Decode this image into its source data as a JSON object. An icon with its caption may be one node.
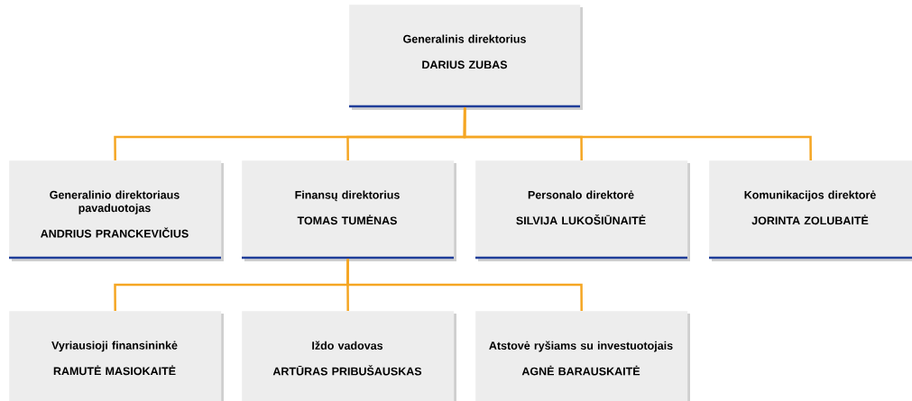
{
  "diagram": {
    "nodes": [
      {
        "text": [
          "Generalinis direktorius",
          "DARIUS ZUBAS"
        ]
      },
      {
        "text": [
          "Generalinio direktoriaus pavaduotojas",
          "ANDRIUS PRANCKEVIČIUS"
        ]
      },
      {
        "text": [
          "Finansų direktorius",
          "TOMAS TUMĖNAS"
        ]
      },
      {
        "text": [
          "Personalo direktorė",
          "SILVIJA LUKOŠIŪNAITĖ"
        ]
      },
      {
        "text": [
          "Komunikacijos direktorė",
          "JORINTA ZOLUBAITĖ"
        ]
      },
      {
        "text": [
          "Vyriausioji finansininkė",
          "RAMUTĖ MASIOKAITĖ"
        ]
      },
      {
        "text": [
          "Iždo vadovas",
          "ARTŪRAS PRIBUŠAUSKAS"
        ]
      },
      {
        "text": [
          "Atstovė ryšiams su investuotojais",
          "AGNĖ BARAUSKAITĖ"
        ]
      }
    ],
    "edges": [
      {
        "from": 0,
        "to": 1,
        "arrow": "none"
      },
      {
        "from": 0,
        "to": 2,
        "arrow": "none"
      },
      {
        "from": 0,
        "to": 3,
        "arrow": "none"
      },
      {
        "from": 0,
        "to": 4,
        "arrow": "none"
      },
      {
        "from": 2,
        "to": 5,
        "arrow": "none"
      },
      {
        "from": 2,
        "to": 6,
        "arrow": "none"
      },
      {
        "from": 2,
        "to": 7,
        "arrow": "none"
      }
    ]
  }
}
